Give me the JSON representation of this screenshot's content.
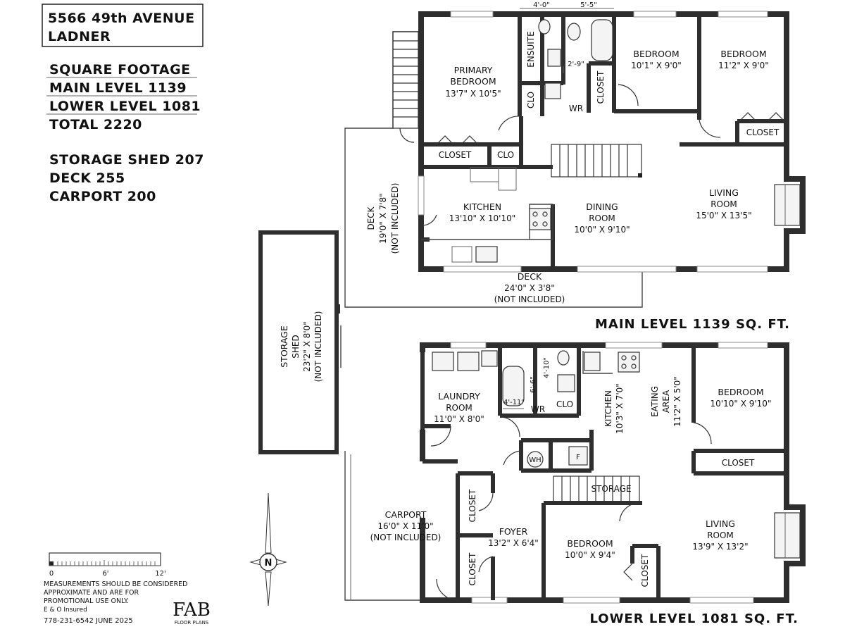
{
  "header": {
    "address_line1": "5566 49th AVENUE",
    "address_line2": "LADNER"
  },
  "square_footage": {
    "heading": "SQUARE FOOTAGE",
    "main": "MAIN LEVEL 1139",
    "lower": "LOWER LEVEL 1081",
    "total": "TOTAL 2220",
    "shed": "STORAGE SHED 207",
    "deck": "DECK 255",
    "carport": "CARPORT 200"
  },
  "main_level": {
    "title": "MAIN LEVEL 1139 SQ. FT.",
    "dim_ensuite_width": "4'-0\"",
    "dim_bath_width": "5'-5\"",
    "dim_small": "2'-9\"",
    "primary_bedroom": {
      "name1": "PRIMARY",
      "name2": "BEDROOM",
      "dims": "13'7\" X 10'5\""
    },
    "ensuite": "ENSUITE",
    "clo": "CLO",
    "wr": "WR",
    "closet": "CLOSET",
    "bedroom_a": {
      "name": "BEDROOM",
      "dims": "10'1\" X 9'0\""
    },
    "bedroom_b": {
      "name": "BEDROOM",
      "dims": "11'2\" X 9'0\""
    },
    "kitchen": {
      "name": "KITCHEN",
      "dims": "13'10\" X 10'10\""
    },
    "dining": {
      "name1": "DINING",
      "name2": "ROOM",
      "dims": "10'0\" X 9'10\""
    },
    "living": {
      "name1": "LIVING",
      "name2": "ROOM",
      "dims": "15'0\" X 13'5\""
    },
    "deck_side": {
      "name": "DECK",
      "dims": "19'0\" X 7'8\"",
      "note": "(NOT INCLUDED)"
    },
    "deck_front": {
      "name": "DECK",
      "dims": "24'0\" X 3'8\"",
      "note": "(NOT INCLUDED)"
    }
  },
  "shed": {
    "name1": "STORAGE",
    "name2": "SHED",
    "dims": "23'2\" X 8'0\"",
    "note": "(NOT INCLUDED)"
  },
  "lower_level": {
    "title": "LOWER LEVEL 1081 SQ. FT.",
    "laundry": {
      "name1": "LAUNDRY",
      "name2": "ROOM",
      "dims": "11'0\" X 8'0\""
    },
    "dim_tub": "4'-11\"",
    "dim_v1": "6'-6\"",
    "dim_v2": "4'-10\"",
    "wr": "WR",
    "clo": "CLO",
    "kitchen": {
      "name": "KITCHEN",
      "dims": "10'3\" X 7'0\""
    },
    "eating": {
      "name": "EATING",
      "name2": "AREA",
      "dims": "11'2\" X 5'0\""
    },
    "bedroom_a": {
      "name": "BEDROOM",
      "dims": "10'10\" X 9'10\""
    },
    "closet": "CLOSET",
    "wh": "WH",
    "furnace": "F",
    "storage": "STORAGE",
    "foyer": {
      "name": "FOYER",
      "dims": "13'2\" X 6'4\""
    },
    "bedroom_b": {
      "name": "BEDROOM",
      "dims": "10'0\" X 9'4\""
    },
    "living": {
      "name1": "LIVING",
      "name2": "ROOM",
      "dims": "13'9\" X 13'2\""
    },
    "carport": {
      "name": "CARPORT",
      "dims": "16'0\" X 11'0\"",
      "note": "(NOT INCLUDED)"
    }
  },
  "compass": {
    "letter": "N"
  },
  "scale": {
    "label0": "0",
    "label6": "6'",
    "label12": "12'"
  },
  "disclaimer": {
    "line1": "MEASUREMENTS SHOULD BE CONSIDERED",
    "line2": "APPROXIMATE AND ARE FOR",
    "line3": "PROMOTIONAL USE ONLY.",
    "line4": "E & O Insured",
    "line5": "778-231-6542  JUNE 2025"
  },
  "logo": {
    "mark": "FAB",
    "sub": "FLOOR PLANS"
  }
}
